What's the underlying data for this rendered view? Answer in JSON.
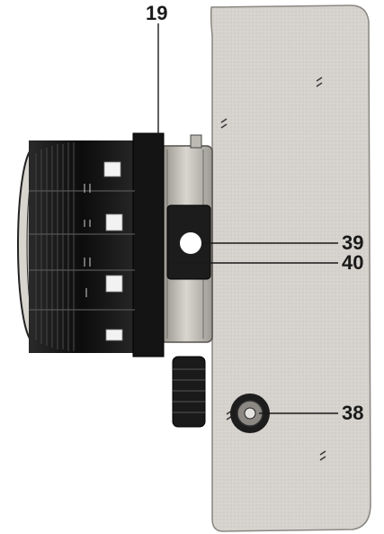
{
  "figure": {
    "subject": "camera-side-view-with-lens",
    "colors": {
      "background": "#ffffff",
      "body_plate": "#d6d3ce",
      "lens_black": "#161616",
      "mount_chrome": "#bdbab4",
      "ink": "#1a1a1a"
    },
    "callouts": [
      {
        "id": "c19",
        "label": "19"
      },
      {
        "id": "c39",
        "label": "39"
      },
      {
        "id": "c40",
        "label": "40"
      },
      {
        "id": "c38",
        "label": "38"
      }
    ]
  }
}
